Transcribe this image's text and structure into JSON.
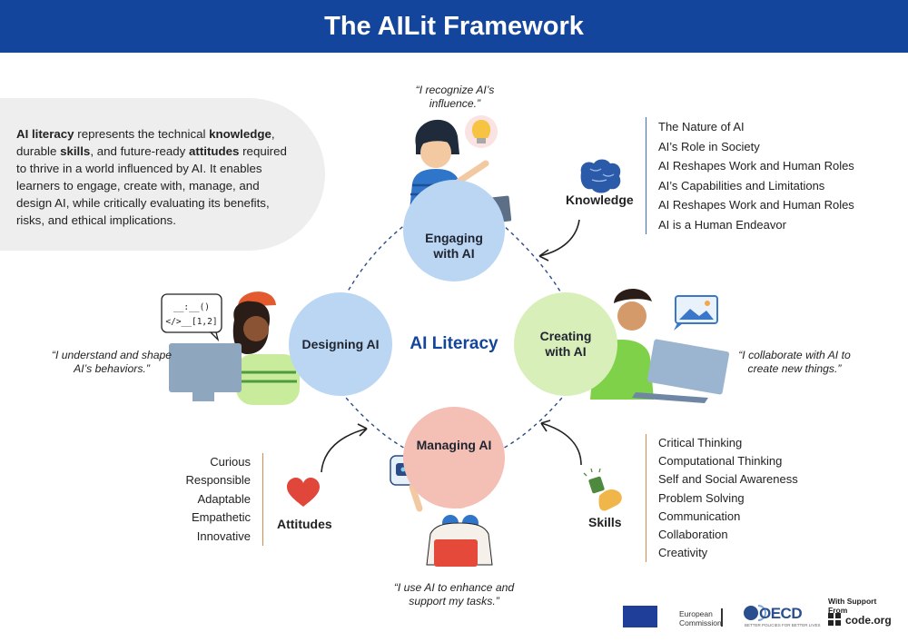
{
  "header": {
    "title": "The AILit Framework"
  },
  "intro": {
    "p1": "AI literacy",
    "p2": " represents the technical ",
    "p3": "knowledge",
    "p4": ", durable ",
    "p5": "skills",
    "p6": ", and future-ready ",
    "p7": "attitudes",
    "p8": " required to thrive in a world influenced by AI. It enables learners to engage, create with, manage, and design AI, while critically evaluating its benefits, risks, and ethical implications."
  },
  "center": {
    "label": "AI Literacy"
  },
  "domains": {
    "engaging": "Engaging with AI",
    "designing": "Designing AI",
    "creating": "Creating with AI",
    "managing": "Managing AI"
  },
  "quotes": {
    "engaging": "“I recognize AI’s influence.”",
    "designing": "“I understand and shape AI’s behaviors.”",
    "creating": "“I collaborate with AI to create new things.”",
    "managing": "“I use AI to enhance and support my tasks.”"
  },
  "knowledge": {
    "label": "Knowledge",
    "items": [
      "The Nature of AI",
      "AI’s Role in Society",
      "AI Reshapes Work and Human Roles",
      "AI’s Capabilities and Limitations",
      "AI Reshapes Work and Human Roles",
      "AI is a Human Endeavor"
    ]
  },
  "skills": {
    "label": "Skills",
    "items": [
      "Critical Thinking",
      "Computational Thinking",
      "Self and Social Awareness",
      "Problem Solving",
      "Communication",
      "Collaboration",
      "Creativity"
    ]
  },
  "attitudes": {
    "label": "Attitudes",
    "items": [
      "Curious",
      "Responsible",
      "Adaptable",
      "Empathetic",
      "Innovative"
    ]
  },
  "speech_bubble": {
    "line1": "__:__()",
    "line2": "</>__[1,2]"
  },
  "footer": {
    "ec_line1": "European",
    "ec_line2": "Commission",
    "oecd": "OECD",
    "oecd_tagline": "BETTER POLICIES FOR BETTER LIVES",
    "support_label": "With Support From",
    "codeorg": "code.org"
  },
  "colors": {
    "header": "#14459c",
    "blue_circle": "#bad6f3",
    "green_circle": "#d9efb9",
    "pink_circle": "#f4bfb4",
    "accent_text": "#14459c"
  },
  "icons": [
    "brain-icon",
    "heart-icon",
    "hand-icon",
    "lightbulb-icon",
    "image-icon",
    "robot-icon"
  ]
}
